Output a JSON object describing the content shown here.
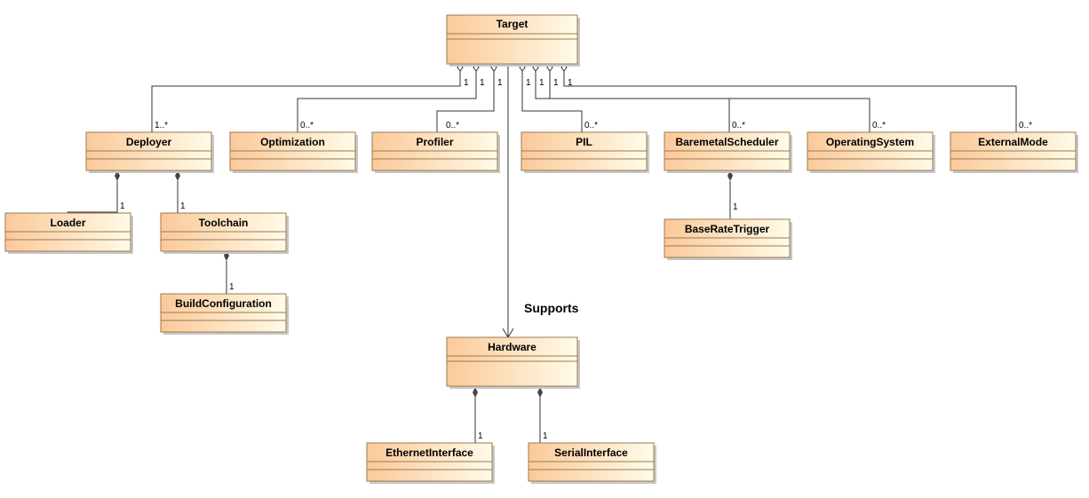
{
  "classes": {
    "target": "Target",
    "deployer": "Deployer",
    "optimization": "Optimization",
    "profiler": "Profiler",
    "pil": "PIL",
    "baremetal_scheduler": "BaremetalScheduler",
    "operating_system": "OperatingSystem",
    "external_mode": "ExternalMode",
    "loader": "Loader",
    "toolchain": "Toolchain",
    "build_configuration": "BuildConfiguration",
    "base_rate_trigger": "BaseRateTrigger",
    "hardware": "Hardware",
    "ethernet_interface": "EthernetInterface",
    "serial_interface": "SerialInterface"
  },
  "multiplicities": {
    "one": "1",
    "one_or_more": "1..*",
    "zero_or_more": "0..*"
  },
  "association_label": "Supports",
  "colors": {
    "box_fill_start": "#fbc99a",
    "box_fill_end": "#fffbe8",
    "border": "#9a7b4f",
    "line": "#333333"
  }
}
